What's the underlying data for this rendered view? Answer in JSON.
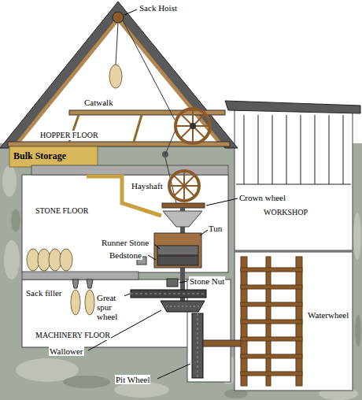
{
  "diagram": {
    "labels": [
      "Sack Hoist",
      "Catwalk",
      "HOPPER FLOOR",
      "Bulk Storage",
      "Hayshaft",
      "Crown wheel",
      "STONE FLOOR",
      "WORKSHOP",
      "Tun",
      "Runner Stone",
      "Bedstone",
      "Sack filler",
      "Stone Nut",
      "Great spur wheel",
      "Waterwheel",
      "MACHINERY FLOOR",
      "Wallower",
      "Pit Wheel"
    ]
  }
}
